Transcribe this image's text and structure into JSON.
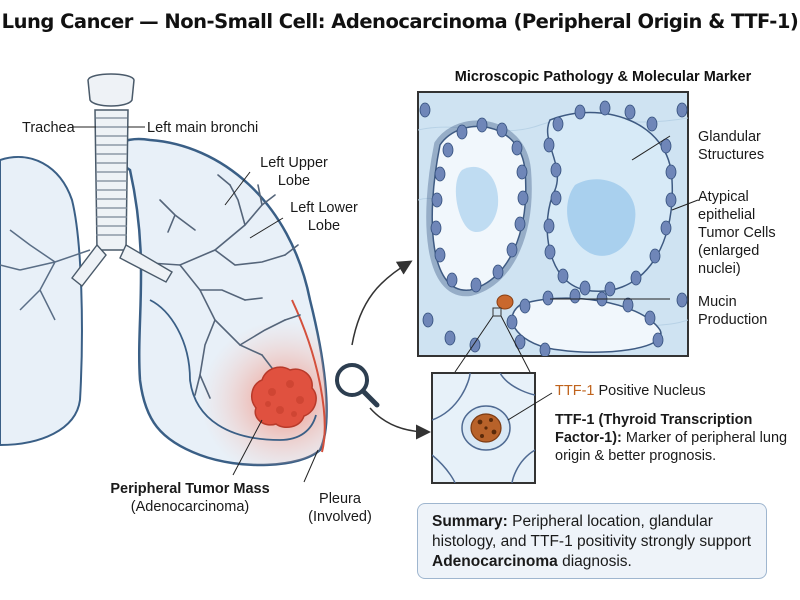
{
  "title": "Lung Cancer — Non-Small Cell: Adenocarcinoma (Peripheral Origin & TTF-1)",
  "labels": {
    "trachea": "Trachea",
    "left_main_bronchi": "Left main bronchi",
    "left_upper_lobe_1": "Left Upper",
    "left_upper_lobe_2": "Lobe",
    "left_lower_lobe_1": "Left Lower",
    "left_lower_lobe_2": "Lobe",
    "tumor_mass": "Peripheral Tumor Mass",
    "tumor_type": "(Adenocarcinoma)",
    "pleura_1": "Pleura",
    "pleura_2": "(Involved)"
  },
  "micro": {
    "title": "Microscopic Pathology & Molecular Marker",
    "glandular_1": "Glandular",
    "glandular_2": "Structures",
    "atypical_1": "Atypical",
    "atypical_2": "epithelial",
    "atypical_3": "Tumor Cells",
    "atypical_4": "(enlarged",
    "atypical_5": "nuclei)",
    "mucin_1": "Mucin",
    "mucin_2": "Production"
  },
  "ttf1": {
    "name": "TTF-1",
    "positive_suffix": " Positive Nucleus",
    "desc_bold": "TTF-1 (Thyroid Transcription Factor-1):",
    "desc_text": " Marker of peripheral lung origin & better prognosis."
  },
  "summary": {
    "lead": "Summary:",
    "text1": " Peripheral location, glandular histology, and TTF-1 positivity strongly support ",
    "emph": "Adenocarcinoma",
    "text2": " diagnosis."
  },
  "colors": {
    "lung_fill": "#e8f0f8",
    "lung_outline": "#3a5f86",
    "tumor": "#e0513f",
    "ttf_text": "#c0631c",
    "nucleus": "#b8622a",
    "cell_nucleus": "#6f86b8"
  }
}
